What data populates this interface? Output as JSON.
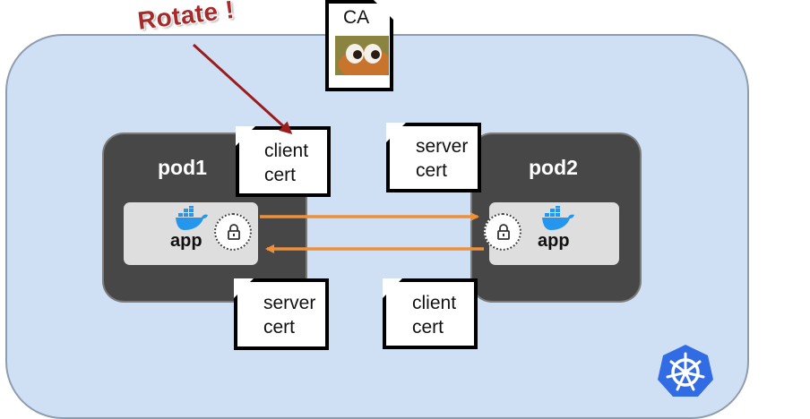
{
  "annotation": {
    "label": "Rotate !",
    "color": "#a52a2a"
  },
  "ca": {
    "label": "CA"
  },
  "pods": [
    {
      "title": "pod1",
      "app_label": "app"
    },
    {
      "title": "pod2",
      "app_label": "app"
    }
  ],
  "certs": {
    "pod1_top": [
      "client",
      "cert"
    ],
    "pod1_bottom": [
      "server",
      "cert"
    ],
    "pod2_top": [
      "server",
      "cert"
    ],
    "pod2_bottom": [
      "client",
      "cert"
    ]
  },
  "colors": {
    "cluster_bg": "#cfe0f4",
    "pod_bg": "#474747",
    "arrow": "#ee8f3a",
    "docker": "#2496ed",
    "kubernetes": "#326ce5"
  },
  "icons": [
    "docker-whale-icon",
    "lock-icon",
    "kubernetes-icon",
    "document-icon",
    "face-image-icon"
  ]
}
